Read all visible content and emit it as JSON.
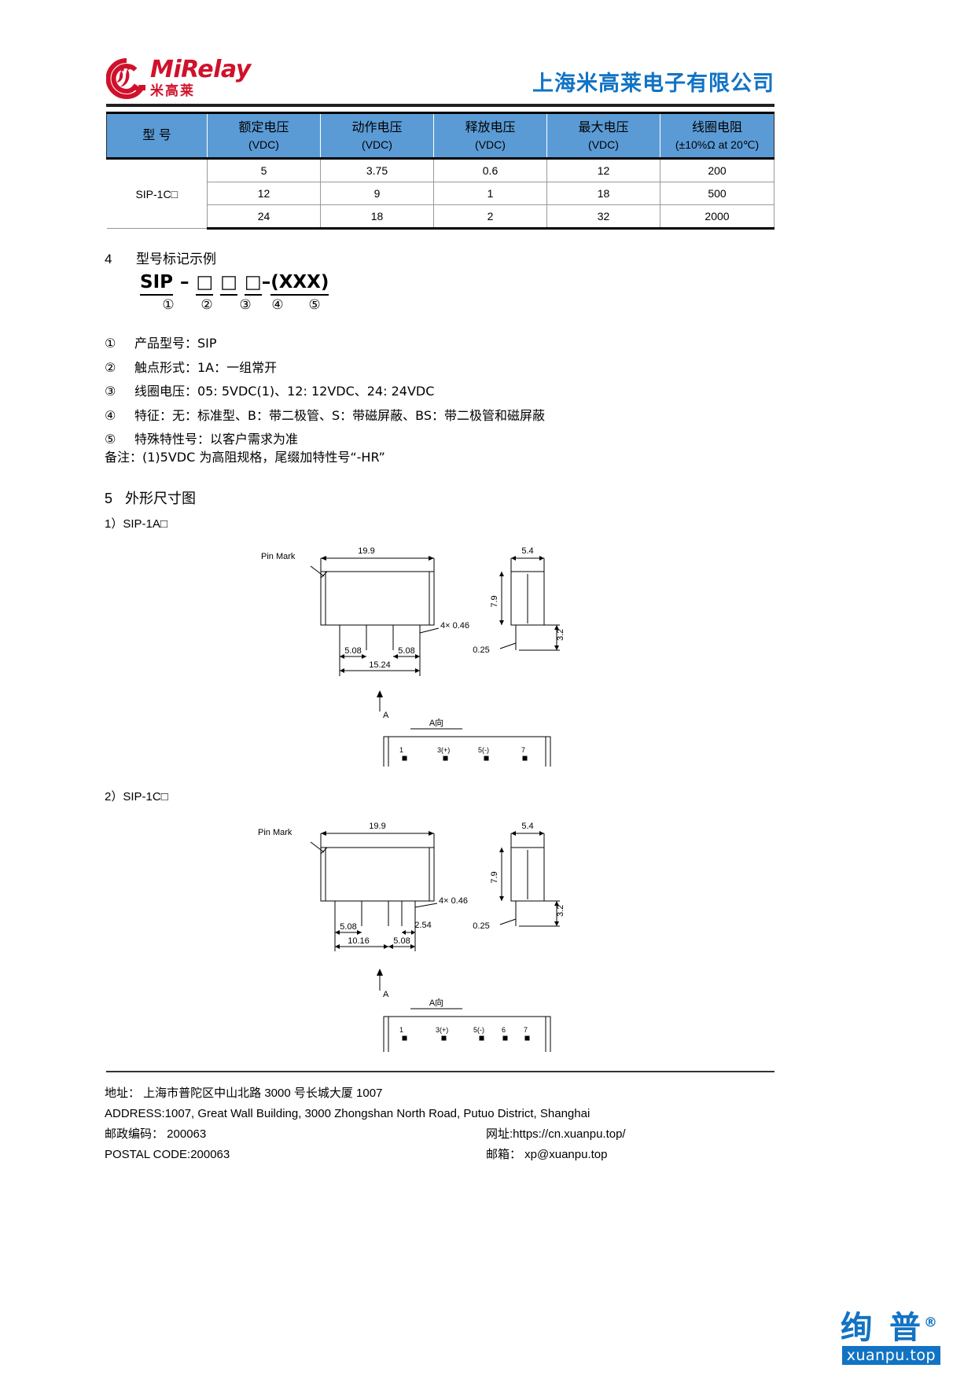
{
  "header": {
    "logo_en": "MiRelay",
    "logo_cn": "米高莱",
    "company_name": "上海米高莱电子有限公司"
  },
  "spec_table": {
    "columns": [
      {
        "title": "型  号",
        "unit": ""
      },
      {
        "title": "额定电压",
        "unit": "(VDC)"
      },
      {
        "title": "动作电压",
        "unit": "(VDC)"
      },
      {
        "title": "释放电压",
        "unit": "(VDC)"
      },
      {
        "title": "最大电压",
        "unit": "(VDC)"
      },
      {
        "title": "线圈电阻",
        "unit": "(±10%Ω at 20℃)"
      }
    ],
    "model": "SIP-1C□",
    "rows": [
      {
        "rated": "5",
        "pickup": "3.75",
        "release": "0.6",
        "max": "12",
        "coil_r": "200"
      },
      {
        "rated": "12",
        "pickup": "9",
        "release": "1",
        "max": "18",
        "coil_r": "500"
      },
      {
        "rated": "24",
        "pickup": "18",
        "release": "2",
        "max": "32",
        "coil_r": "2000"
      }
    ]
  },
  "section4": {
    "number": "4",
    "title": "型号标记示例",
    "formula": {
      "prefix": "SIP",
      "dash1": "–",
      "box": "□",
      "dash2": "–",
      "suffix": "(XXX)"
    },
    "circled": [
      "①",
      "②",
      "③",
      "④",
      "⑤"
    ],
    "items": [
      {
        "mark": "①",
        "text": "产品型号：SIP"
      },
      {
        "mark": "②",
        "text": "触点形式：1A：一组常开"
      },
      {
        "mark": "③",
        "text": "线圈电压：05: 5VDC(1)、12: 12VDC、24: 24VDC"
      },
      {
        "mark": "④",
        "text": "特征：无：标准型、B：带二极管、S：带磁屏蔽、BS：带二极管和磁屏蔽"
      },
      {
        "mark": "⑤",
        "text": "特殊特性号：以客户需求为准"
      }
    ],
    "note": "备注：(1)5VDC 为高阻规格，尾缀加特性号“-HR”"
  },
  "section5": {
    "number": "5",
    "title": "外形尺寸图",
    "drawing1": {
      "caption": "1）SIP-1A□",
      "pin_mark_label": "Pin Mark",
      "length": "19.9",
      "width": "5.4",
      "height": "7.9",
      "pin_len": "3.2",
      "pin_thick": "0.25",
      "pitch_left": "5.08",
      "pitch_right": "5.08",
      "span": "15.24",
      "pin_spec": "4× 0.46",
      "arrow_label": "A",
      "view_label": "A向",
      "pins": [
        "1",
        "3(+)",
        "5(-)",
        "7"
      ]
    },
    "drawing2": {
      "caption": "2）SIP-1C□",
      "pin_mark_label": "Pin Mark",
      "length": "19.9",
      "width": "5.4",
      "height": "7.9",
      "pin_len": "3.2",
      "pin_thick": "0.25",
      "pitch_a": "5.08",
      "pitch_b": "5.08",
      "pitch_c": "2.54",
      "span": "10.16",
      "pin_spec": "4× 0.46",
      "arrow_label": "A",
      "view_label": "A向",
      "pins": [
        "1",
        "3(+)",
        "5(-)",
        "6",
        "7"
      ]
    }
  },
  "footer": {
    "address_cn": "地址：  上海市普陀区中山北路 3000 号长城大厦 1007",
    "address_en": "ADDRESS:1007, Great Wall Building, 3000 Zhongshan North Road, Putuo District, Shanghai",
    "postal_cn": "邮政编码：  200063",
    "postal_en": "POSTAL CODE:200063",
    "website": "网址:https://cn.xuanpu.top/",
    "email": "邮箱： xp@xuanpu.top",
    "watermark": "绚 普",
    "watermark_sub": "xuanpu.top"
  },
  "colors": {
    "brand_red": "#d0112b",
    "brand_blue": "#1273c4",
    "table_header": "#5b9bd5"
  }
}
